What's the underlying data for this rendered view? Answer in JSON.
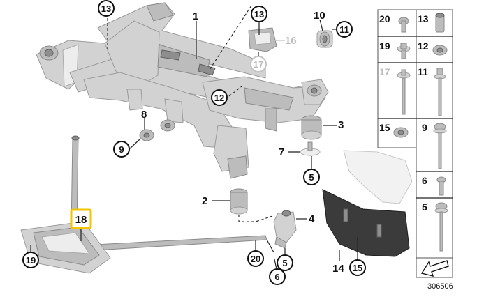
{
  "diagram": {
    "callouts": {
      "c1": "1",
      "c2": "2",
      "c3": "3",
      "c4": "4",
      "c5": "5",
      "c6": "6",
      "c7": "7",
      "c8": "8",
      "c9": "9",
      "c10": "10",
      "c11": "11",
      "c12": "12",
      "c13": "13",
      "c13b": "13",
      "c14": "14",
      "c15": "15",
      "c16": "16",
      "c17": "17",
      "c18": "18",
      "c19": "19",
      "c20": "20"
    },
    "highlighted_part": "18",
    "highlight_color": "#f2c500"
  },
  "parts_table": {
    "left_column": {
      "r1": "20",
      "r2": "19",
      "r3": "17",
      "r4": "15"
    },
    "middle_column": {
      "r1": "13",
      "r2": "12",
      "r3": "11",
      "r4": "9",
      "r5": "6",
      "r6": "5"
    }
  },
  "image_number": "306506",
  "footer_text": "… … …"
}
